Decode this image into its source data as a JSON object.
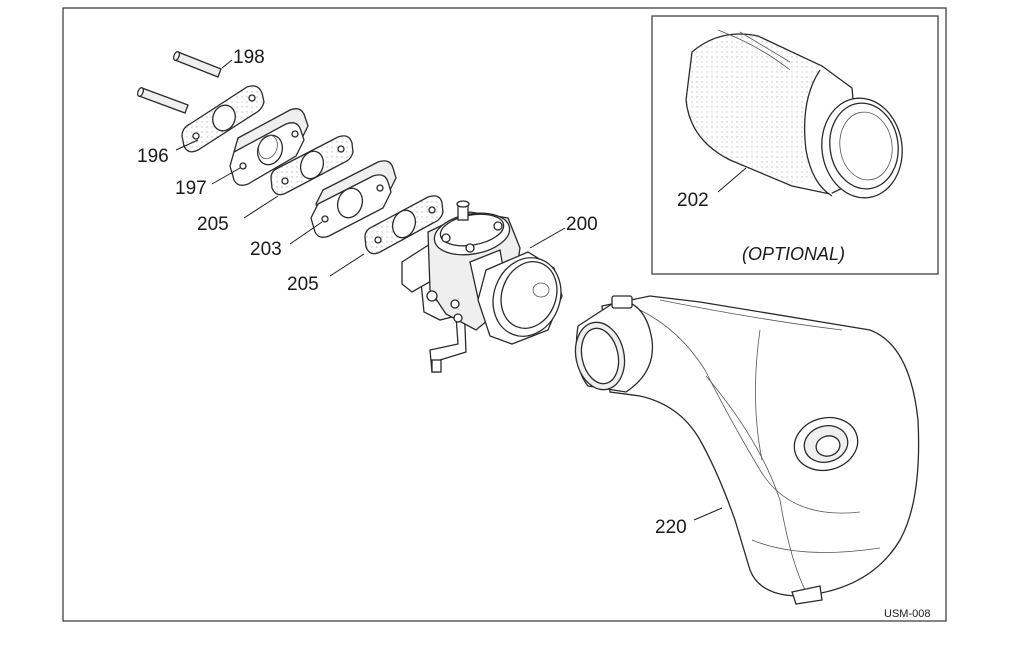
{
  "diagram": {
    "optional_label": "(OPTIONAL)",
    "drawing_code": "USM-008",
    "callouts": {
      "c198": "198",
      "c196": "196",
      "c197": "197",
      "c205a": "205",
      "c203": "203",
      "c205b": "205",
      "c200": "200",
      "c202": "202",
      "c220": "220"
    }
  }
}
